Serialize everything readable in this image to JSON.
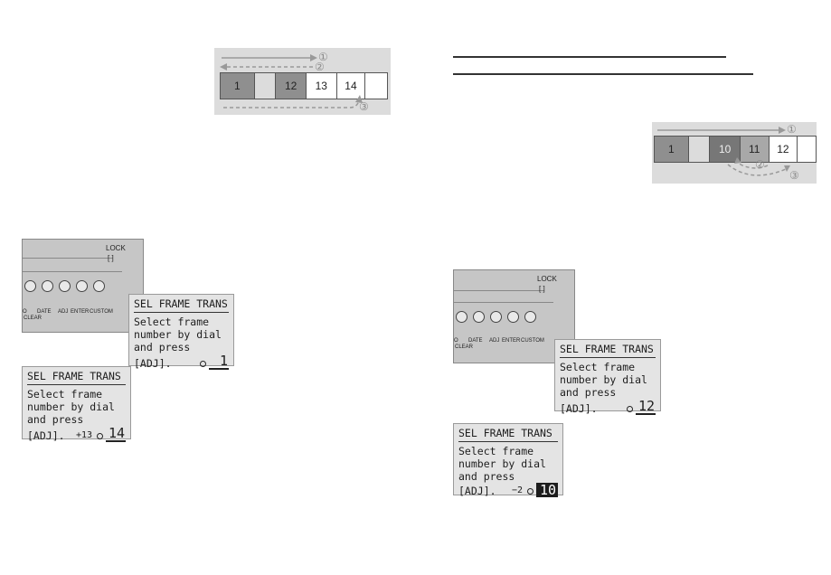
{
  "left_diagram": {
    "frames": [
      "1",
      "12",
      "13",
      "14"
    ],
    "steps": [
      "①",
      "②",
      "③"
    ]
  },
  "right_diagram": {
    "frames": [
      "1",
      "10",
      "11",
      "12"
    ],
    "steps": [
      "①",
      "②",
      "③"
    ]
  },
  "camera": {
    "lock_label": "LOCK",
    "button_labels": [
      "O",
      "DATE",
      "ADJ",
      "ENTER",
      "CUSTOM"
    ],
    "clear_label": "CLEAR"
  },
  "lcd_left_top": {
    "title": "SEL FRAME TRANS",
    "lines": [
      "Select frame",
      "number by dial",
      "and press"
    ],
    "last_line": "[ADJ].",
    "offset": "",
    "value": "1"
  },
  "lcd_left_bottom": {
    "title": "SEL FRAME TRANS",
    "lines": [
      "Select frame",
      "number by dial",
      "and press"
    ],
    "last_line": "[ADJ].",
    "offset": "+13",
    "value": "14"
  },
  "lcd_right_top": {
    "title": "SEL FRAME TRANS",
    "lines": [
      "Select frame",
      "number by dial",
      "and press"
    ],
    "last_line": "[ADJ].",
    "offset": "",
    "value": "12"
  },
  "lcd_right_bottom": {
    "title": "SEL FRAME TRANS",
    "lines": [
      "Select frame",
      "number by dial",
      "and press"
    ],
    "last_line": "[ADJ].",
    "offset": "−2",
    "value": "10"
  },
  "colors": {
    "film_background": "#dcdcdc",
    "lcd_background": "#e4e4e4",
    "arrow": "#999999"
  }
}
